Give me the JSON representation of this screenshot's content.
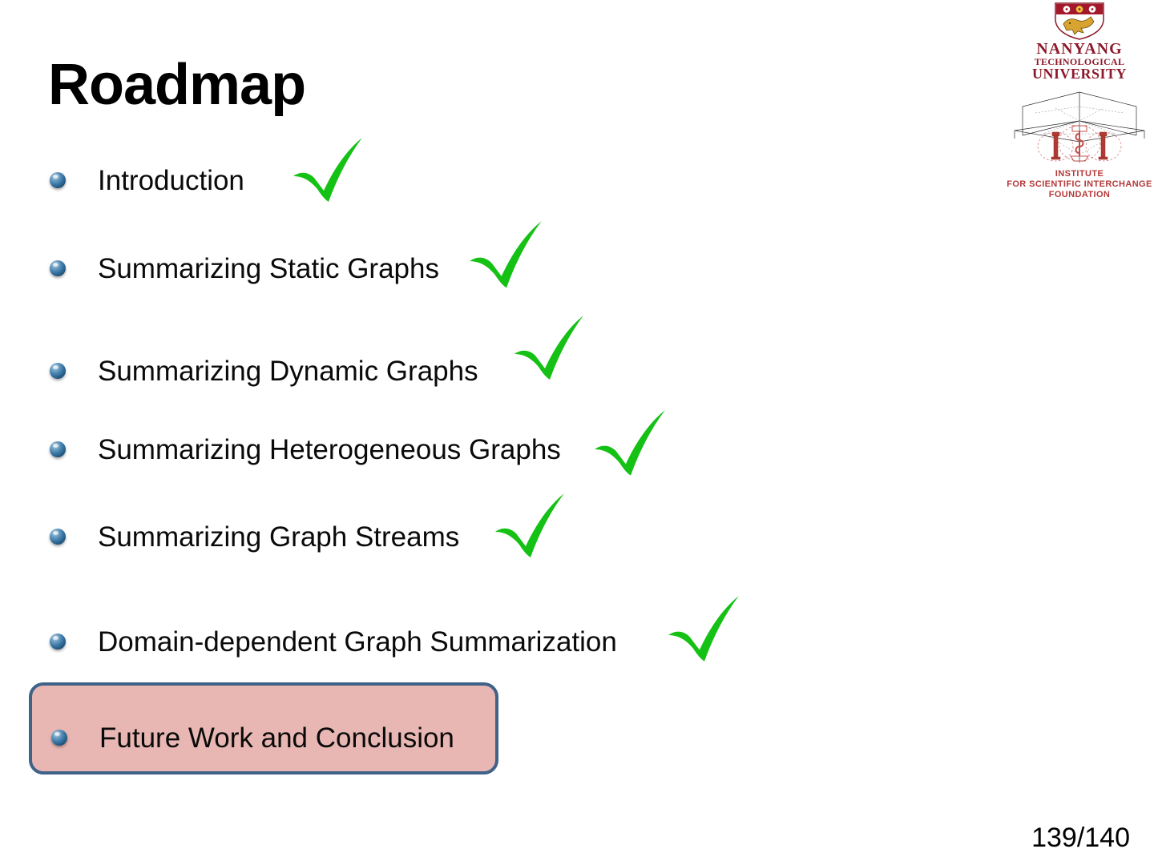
{
  "slide": {
    "title": "Roadmap",
    "page_number": "139/140",
    "background_color": "#ffffff"
  },
  "roadmap": {
    "items": [
      {
        "label": "Introduction",
        "checked": true,
        "highlighted": false
      },
      {
        "label": "Summarizing Static Graphs",
        "checked": true,
        "highlighted": false
      },
      {
        "label": "Summarizing Dynamic Graphs",
        "checked": true,
        "highlighted": false
      },
      {
        "label": "Summarizing Heterogeneous Graphs",
        "checked": true,
        "highlighted": false
      },
      {
        "label": "Summarizing Graph Streams",
        "checked": true,
        "highlighted": false
      },
      {
        "label": "Domain-dependent Graph Summarization",
        "checked": true,
        "highlighted": false
      },
      {
        "label": "Future Work and Conclusion",
        "checked": false,
        "highlighted": true
      }
    ],
    "bullet_icon": "blue-sphere-bullet",
    "check_icon": "green-check-icon",
    "check_color": "#14c114"
  },
  "highlight": {
    "fill_color": "#e8b7b3",
    "border_color": "#3f6288"
  },
  "logos": {
    "ntu": {
      "crest_icon": "ntu-crest-icon",
      "line1": "NANYANG",
      "line2": "TECHNOLOGICAL",
      "line3": "UNIVERSITY",
      "color": "#8c1a2b"
    },
    "isi": {
      "diagram_icon": "isi-perspective-diagram-icon",
      "line1": "INSTITUTE",
      "line2": "FOR SCIENTIFIC INTERCHANGE",
      "line3": "FOUNDATION",
      "color": "#b5393a"
    }
  }
}
